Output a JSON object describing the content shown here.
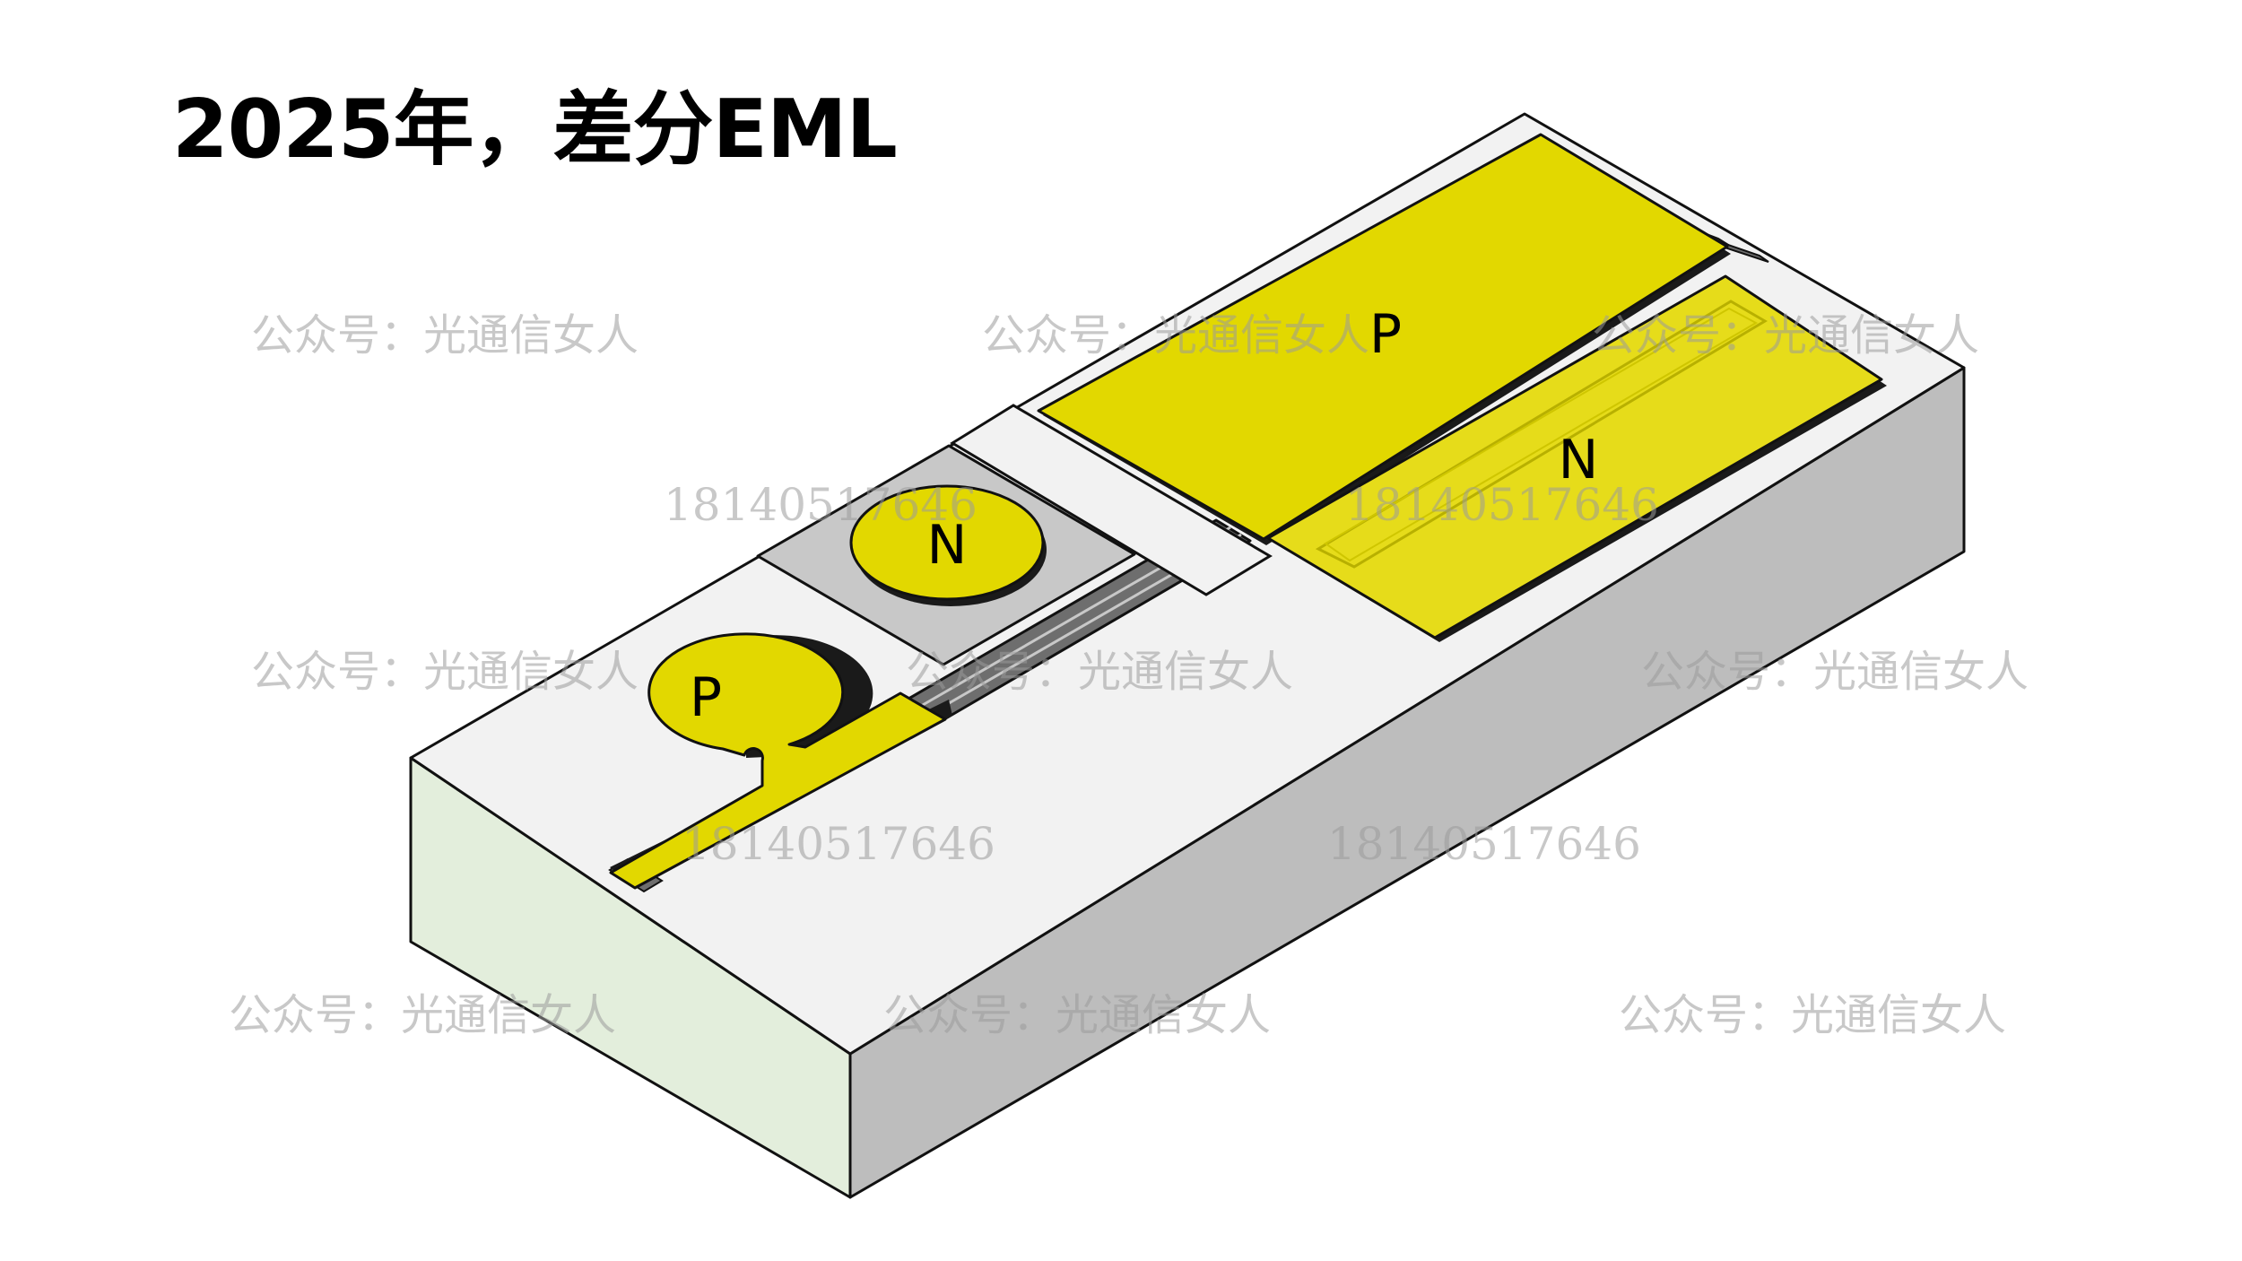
{
  "title": "2025年，差分EML",
  "pads": {
    "top_p_label": "P",
    "top_n_label": "N",
    "bottom_n_label": "N",
    "bottom_p_label": "P"
  },
  "watermarks": {
    "account": "公众号：光通信女人",
    "phone": "18140517646"
  },
  "colors": {
    "pad_gold": "#E2D800",
    "pad_gold_light": "#E6DC1A",
    "top_surface": "#F2F2F2",
    "right_face": "#BDBDBD",
    "front_face": "#E3EEDC",
    "n_pad_recess": "#C8C8C8",
    "waveguide": "#6E6E6E",
    "outline": "#111111"
  }
}
